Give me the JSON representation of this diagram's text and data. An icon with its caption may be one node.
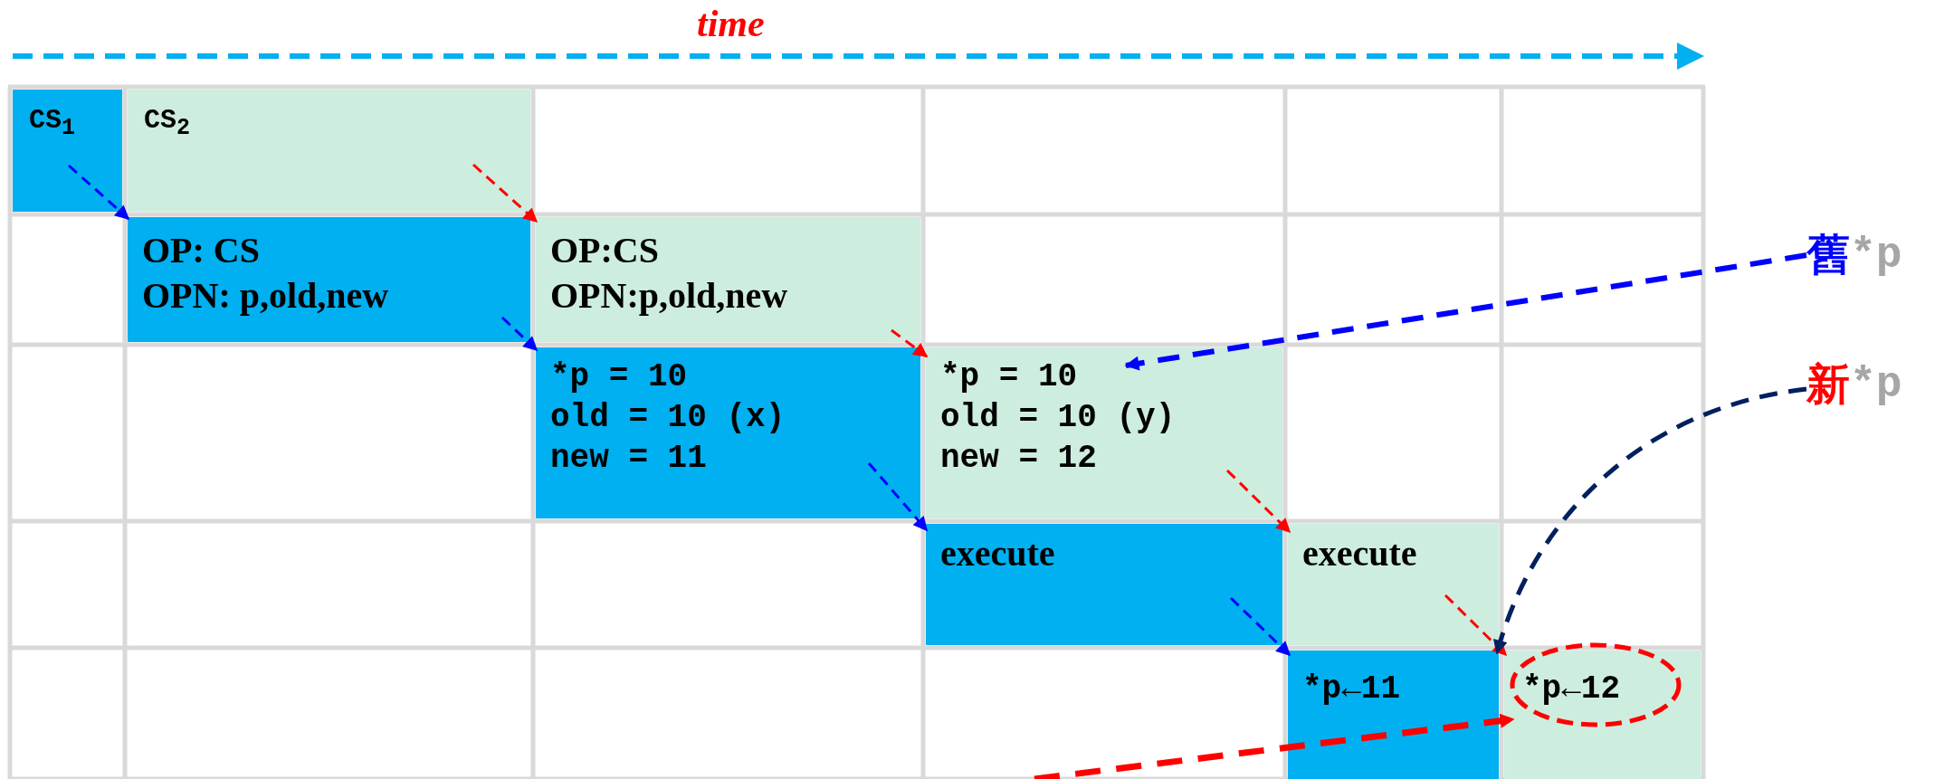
{
  "diagram": {
    "nodes": [
      {
        "text": [
          "CS$_{1}$"
        ]
      },
      {
        "text": [
          "CS$_{2}$"
        ]
      },
      {
        "text": [
          "OP: CS",
          "OPN: p,old,new"
        ]
      },
      {
        "text": [
          "OP:CS",
          "OPN:p,old,new"
        ]
      },
      {
        "text": [
          "*p = 10",
          "old = 10 (x)",
          "new = 11"
        ]
      },
      {
        "text": [
          "*p = 10",
          "old = 10 (y)",
          "new = 12"
        ]
      },
      {
        "text": [
          "execute"
        ]
      },
      {
        "text": [
          "execute"
        ]
      },
      {
        "text": [
          "*p←11"
        ]
      },
      {
        "text": [
          "*p←12"
        ]
      },
      {
        "text": [
          "舊",
          "*p"
        ]
      },
      {
        "text": [
          "新",
          "*p"
        ]
      }
    ],
    "edges": [
      {
        "from": 0,
        "to": 2,
        "arrow": "to",
        "style": "dashed",
        "color": "#0000ff"
      },
      {
        "from": 1,
        "to": 3,
        "arrow": "to",
        "style": "dashed",
        "color": "#ff0000"
      },
      {
        "from": 2,
        "to": 4,
        "arrow": "to",
        "style": "dashed",
        "color": "#0000ff"
      },
      {
        "from": 3,
        "to": 5,
        "arrow": "to",
        "style": "dashed",
        "color": "#ff0000"
      },
      {
        "from": 4,
        "to": 6,
        "arrow": "to",
        "style": "dashed",
        "color": "#0000ff"
      },
      {
        "from": 5,
        "to": 7,
        "arrow": "to",
        "style": "dashed",
        "color": "#ff0000"
      },
      {
        "from": 6,
        "to": 8,
        "arrow": "to",
        "style": "dashed",
        "color": "#0000ff"
      },
      {
        "from": 7,
        "to": 9,
        "arrow": "to",
        "style": "dashed",
        "color": "#ff0000"
      },
      {
        "from": 10,
        "to": 5,
        "arrow": "to",
        "style": "dashed",
        "color": "#0000ff"
      },
      {
        "from": 11,
        "to": 8,
        "arrow": "to",
        "style": "dashed",
        "color": "#002060"
      },
      {
        "from": null,
        "to": 9,
        "arrow": "to",
        "style": "dashed",
        "color": "#ff0000"
      }
    ],
    "labels": [
      "time"
    ]
  }
}
